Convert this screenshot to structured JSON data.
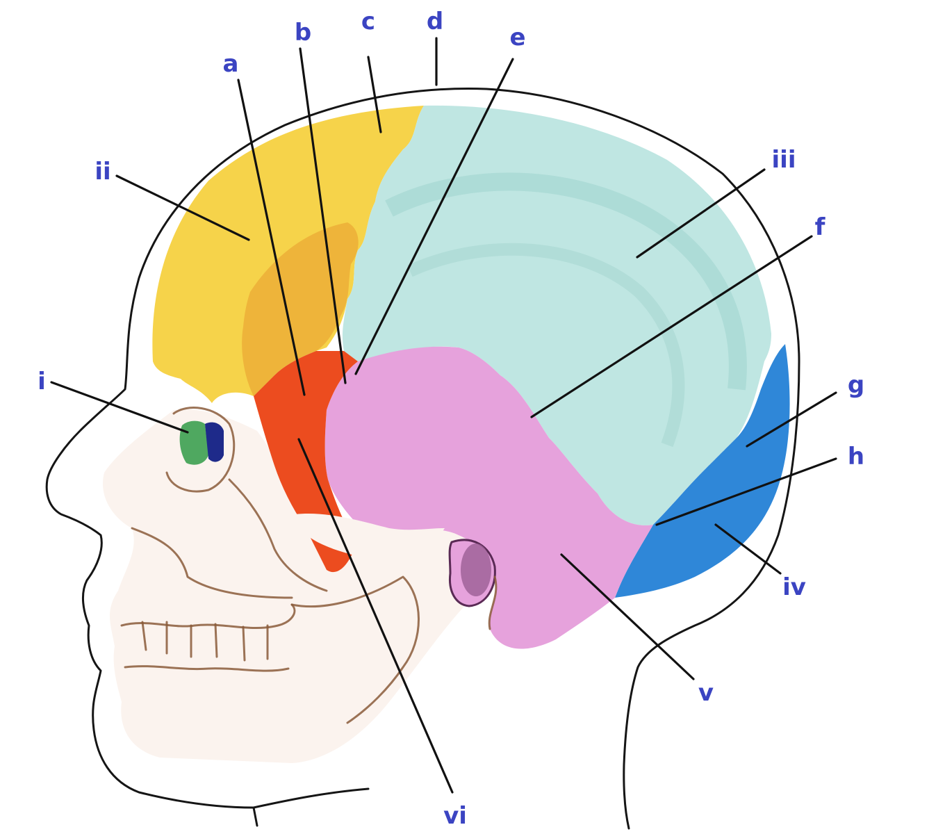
{
  "colors": {
    "label": "#3b44c2",
    "frontal": "#f6d34a",
    "frontal_shadow": "#eeb43a",
    "parietal": "#bfe6e2",
    "parietal_shade": "#9fd3cd",
    "temporal": "#e6a2dc",
    "sphenoid": "#ec4c1f",
    "occipital": "#2f87d8",
    "ethmoid": "#4fa860",
    "lacrimal": "#1e2a8a",
    "face_bone": "#fbf3ee"
  },
  "labels": {
    "a": "a",
    "b": "b",
    "c": "c",
    "d": "d",
    "e": "e",
    "f": "f",
    "g": "g",
    "h": "h",
    "i": "i",
    "ii": "ii",
    "iii": "iii",
    "iv": "iv",
    "v": "v",
    "vi": "vi"
  }
}
